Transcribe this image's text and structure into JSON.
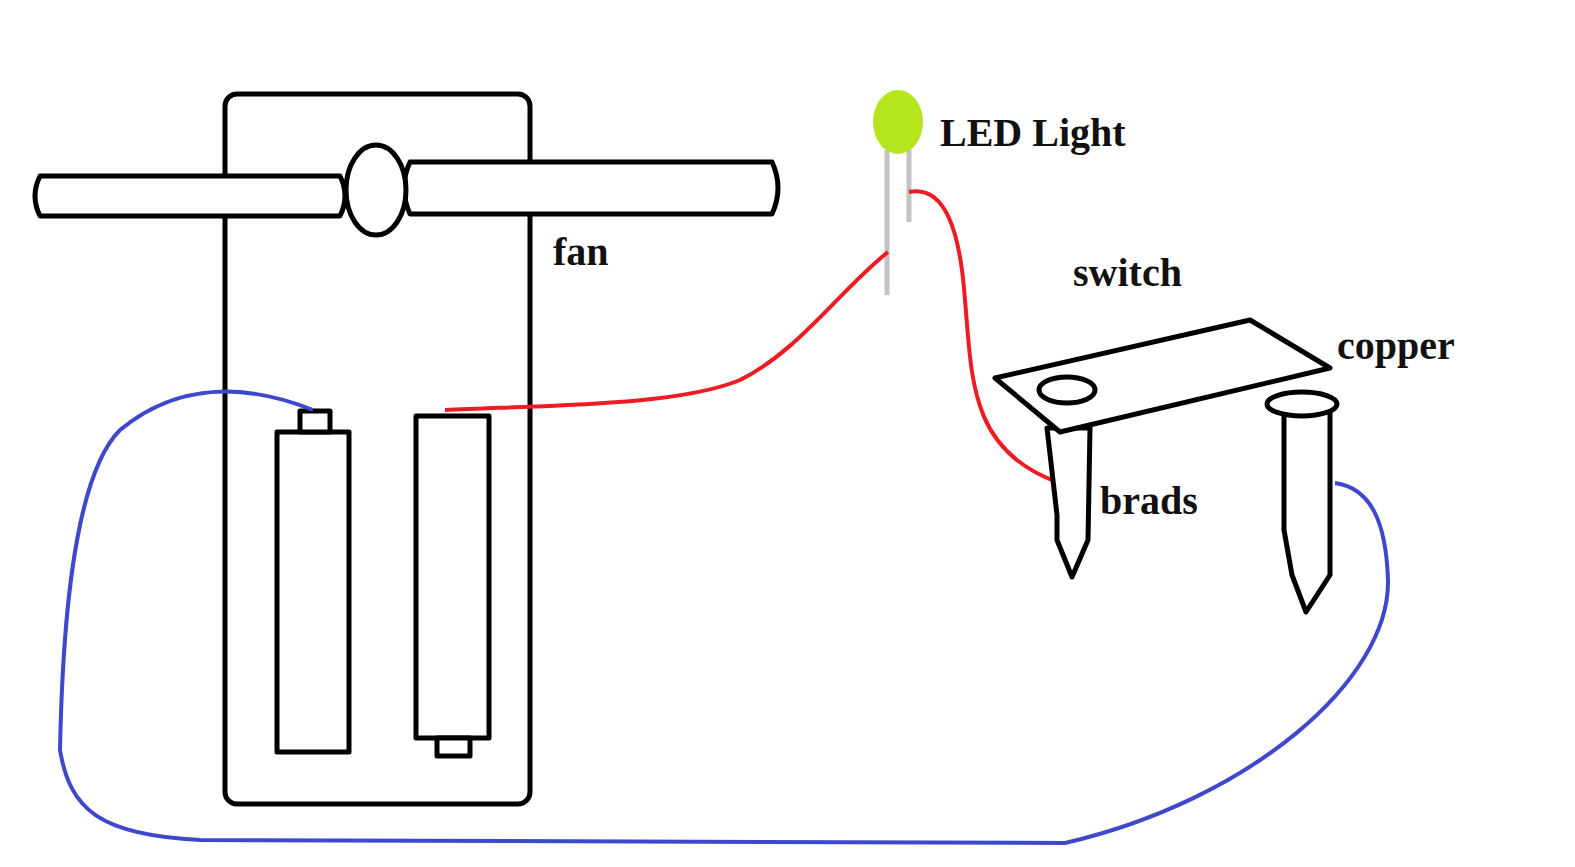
{
  "diagram": {
    "labels": [
      "LED Light",
      "fan",
      "switch",
      "copper",
      "brads"
    ]
  }
}
